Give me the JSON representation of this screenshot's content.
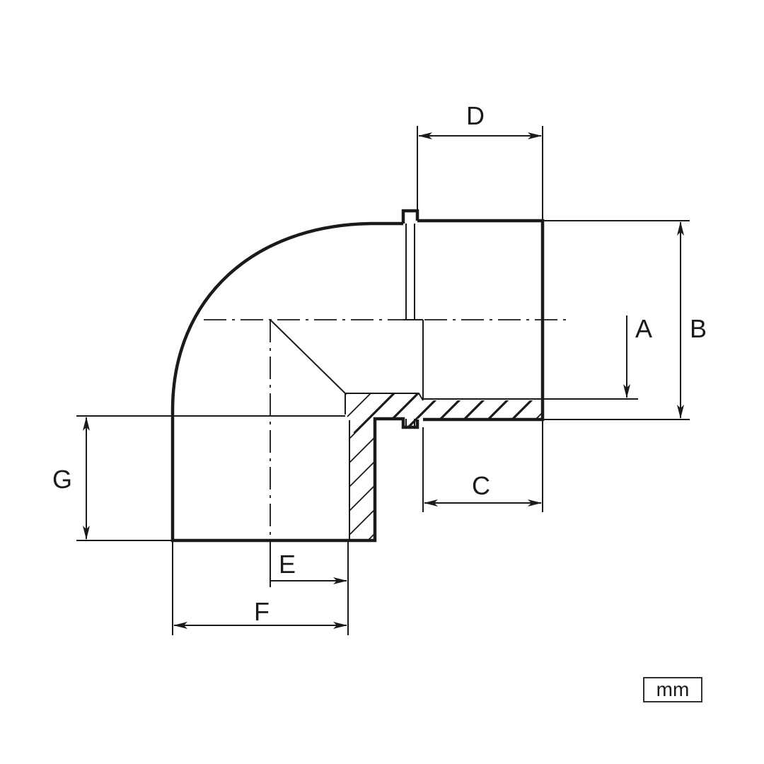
{
  "dimension_labels": {
    "a": "A",
    "b": "B",
    "c": "C",
    "d": "D",
    "e": "E",
    "f": "F",
    "g": "G"
  },
  "unit": "mm",
  "line_color": "#1a1a1a",
  "background_color": "#ffffff"
}
